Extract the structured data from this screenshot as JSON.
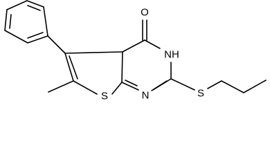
{
  "molecule": {
    "atoms": {
      "oxygen": "O",
      "nh": "NH",
      "nitrogen": "N",
      "sulfur_ring": "S",
      "sulfur_chain": "S"
    }
  },
  "colors": {
    "bond": "#000000",
    "label": "#000000",
    "background": "#ffffff"
  }
}
